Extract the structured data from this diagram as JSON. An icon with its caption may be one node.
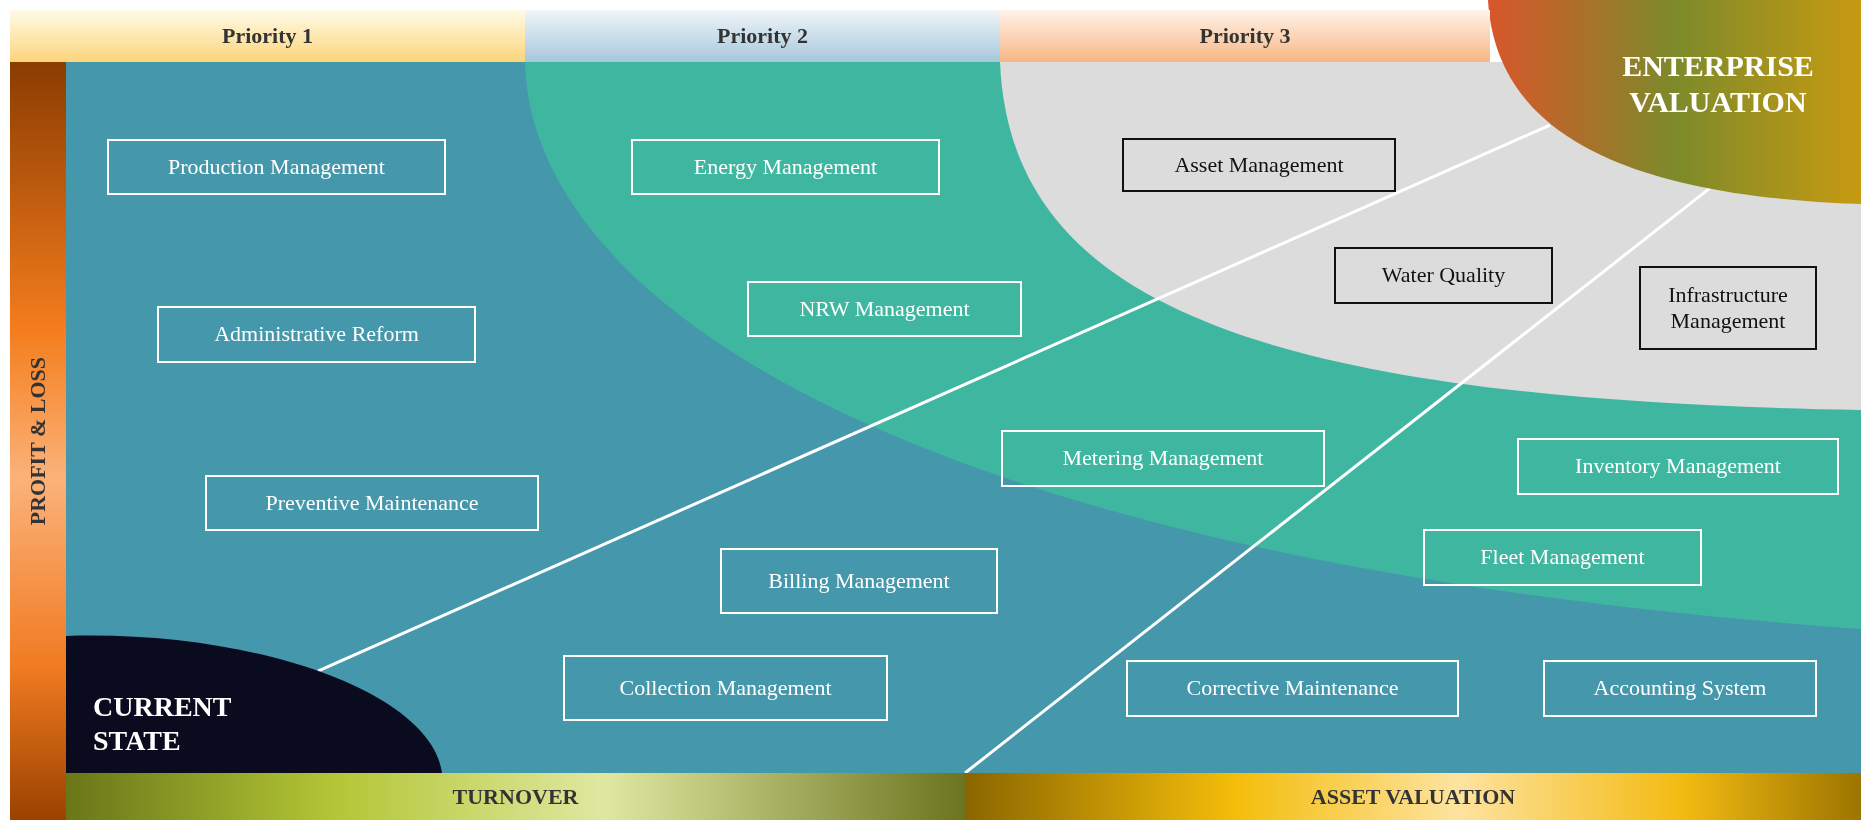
{
  "diagram": {
    "nodes": [
      {
        "text": [
          "Priority 1"
        ]
      },
      {
        "text": [
          "Priority 2"
        ]
      },
      {
        "text": [
          "Priority 3"
        ]
      },
      {
        "text": [
          "ENTERPRISE VALUATION"
        ]
      },
      {
        "text": [
          "Production Management"
        ]
      },
      {
        "text": [
          "Energy Management"
        ]
      },
      {
        "text": [
          "Asset Management"
        ]
      },
      {
        "text": [
          "Water Quality"
        ]
      },
      {
        "text": [
          "Infrastructure Management"
        ]
      },
      {
        "text": [
          "NRW Management"
        ]
      },
      {
        "text": [
          "Administrative Reform"
        ]
      },
      {
        "text": [
          "PROFIT & LOSS"
        ]
      },
      {
        "text": [
          "Metering Management"
        ]
      },
      {
        "text": [
          "Inventory Management"
        ]
      },
      {
        "text": [
          "Preventive Maintenance"
        ]
      },
      {
        "text": [
          "Fleet Management"
        ]
      },
      {
        "text": [
          "Billing Management"
        ]
      },
      {
        "text": [
          "Collection Management"
        ]
      },
      {
        "text": [
          "Corrective Maintenance"
        ]
      },
      {
        "text": [
          "Accounting System"
        ]
      },
      {
        "text": [
          "CURRENT STATE"
        ]
      },
      {
        "text": [
          "TURNOVER"
        ]
      },
      {
        "text": [
          "ASSET VALUATION"
        ]
      }
    ],
    "edges": [
      {
        "from": 20,
        "to": 3,
        "arrow": "none"
      },
      {
        "from": 22,
        "to": 3,
        "arrow": "none"
      }
    ]
  }
}
